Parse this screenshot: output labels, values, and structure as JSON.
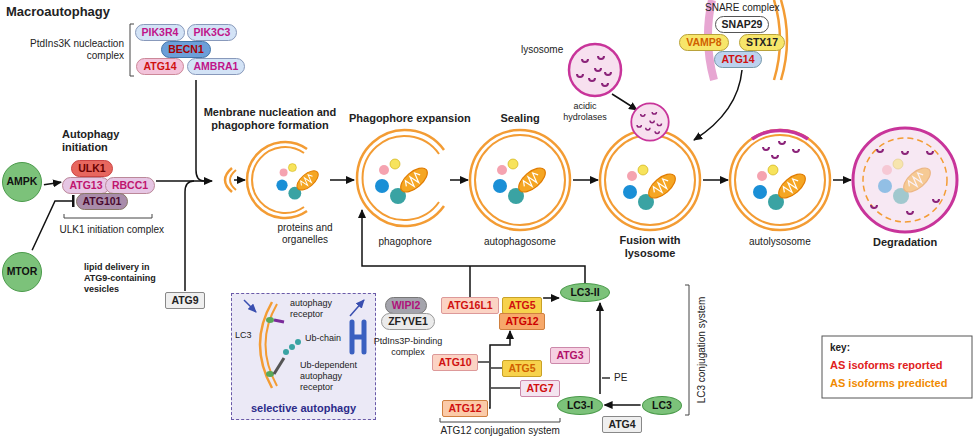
{
  "diagram": {
    "title": "Macroautophagy",
    "nodes": [
      {
        "text": [
          "AMPK"
        ]
      },
      {
        "text": [
          "MTOR"
        ]
      },
      {
        "text": [
          "ULK1"
        ]
      },
      {
        "text": [
          "ATG13"
        ]
      },
      {
        "text": [
          "RBCC1"
        ]
      },
      {
        "text": [
          "ATG101"
        ]
      },
      {
        "text": [
          "PIK3R4"
        ]
      },
      {
        "text": [
          "PIK3C3"
        ]
      },
      {
        "text": [
          "BECN1"
        ]
      },
      {
        "text": [
          "ATG14"
        ]
      },
      {
        "text": [
          "AMBRA1"
        ]
      },
      {
        "text": [
          "ATG9"
        ]
      },
      {
        "text": [
          "SNAP29"
        ]
      },
      {
        "text": [
          "VAMP8"
        ]
      },
      {
        "text": [
          "STX17"
        ]
      },
      {
        "text": [
          "ATG14"
        ]
      },
      {
        "text": [
          "selective autophagy"
        ]
      },
      {
        "text": [
          "WIPI2"
        ]
      },
      {
        "text": [
          "ZFYVE1"
        ]
      },
      {
        "text": [
          "ATG16L1"
        ]
      },
      {
        "text": [
          "ATG5"
        ]
      },
      {
        "text": [
          "ATG12"
        ]
      },
      {
        "text": [
          "LC3-II"
        ]
      },
      {
        "text": [
          "ATG10"
        ]
      },
      {
        "text": [
          "ATG5"
        ]
      },
      {
        "text": [
          "ATG3"
        ]
      },
      {
        "text": [
          "ATG7"
        ]
      },
      {
        "text": [
          "ATG12"
        ]
      },
      {
        "text": [
          "LC3-I"
        ]
      },
      {
        "text": [
          "LC3"
        ]
      },
      {
        "text": [
          "ATG4"
        ]
      }
    ],
    "edges": [
      {
        "from": 0,
        "to": 3,
        "arrow": "to"
      },
      {
        "from": 1,
        "to": 5,
        "arrow": "to"
      },
      {
        "from": 29,
        "to": 28,
        "arrow": "to"
      },
      {
        "from": 28,
        "to": 22,
        "arrow": "to"
      },
      {
        "from": 27,
        "to": 21,
        "arrow": "to"
      },
      {
        "from": 20,
        "to": 22,
        "arrow": "to"
      }
    ],
    "labels": [
      "PtdIns3K nucleaction complex",
      "Autophagy initiation",
      "ULK1 initiation complex",
      "lipid delivery in ATG9-containing vesicles",
      "Menbrane nucleation and phagophore formation",
      "proteins and organelles",
      "Phagophore expansion",
      "phagophore",
      "Sealing",
      "autophagosome",
      "lysosome",
      "acidic hydrolases",
      "SNARE complex",
      "Fusion with lysosome",
      "autolysosome",
      "Degradation",
      "LC3",
      "autophagy receptor",
      "Ub-chain",
      "Ub-dependent autophagy receptor",
      "PtdIns3P-binding complex",
      "PE",
      "ATG12 conjugation system",
      "LC3 conjugation system",
      "key:"
    ],
    "legend": [
      {
        "text": "AS isoforms reported",
        "color": "#e02020"
      },
      {
        "text": "AS isoforms predicted",
        "color": "#f08a00"
      }
    ]
  }
}
